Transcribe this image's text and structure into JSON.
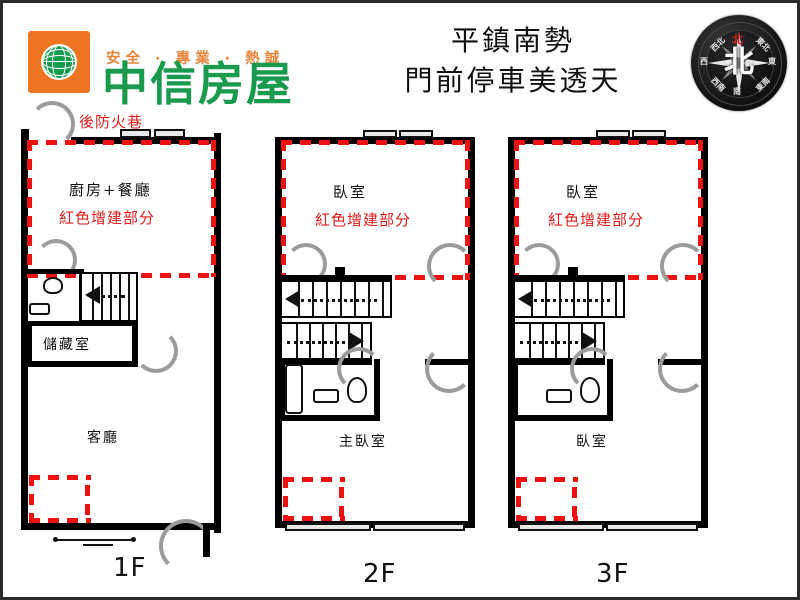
{
  "header": {
    "brand_name": "中信房屋",
    "slogan": "安全 · 專業 · 熱誠",
    "title_line1": "平鎮南勢",
    "title_line2": "門前停車美透天",
    "brand_color": "#1a9a4d",
    "logo_color": "#ee7623",
    "slogan_color": "#e8873c"
  },
  "compass": {
    "center": "北",
    "north": "北",
    "south": "南",
    "east": "東",
    "west": "西",
    "northeast": "東北",
    "northwest": "西北",
    "southeast": "東南",
    "southwest": "西南",
    "north_color": "#d82020"
  },
  "annotations": {
    "rear_fire_lane": "後防火巷",
    "rear_fire_lane_color": "#e11b1b",
    "red_addition": "紅色增建部分",
    "red_addition_color": "#e11b1b"
  },
  "floors": [
    {
      "id": "1f",
      "label": "1F",
      "rooms": [
        {
          "name": "廚房+餐廳"
        },
        {
          "name": "儲藏室"
        },
        {
          "name": "客廳"
        }
      ],
      "red_note": "紅色增建部分"
    },
    {
      "id": "2f",
      "label": "2F",
      "rooms": [
        {
          "name": "臥室"
        },
        {
          "name": "主臥室"
        }
      ],
      "red_note": "紅色增建部分"
    },
    {
      "id": "3f",
      "label": "3F",
      "rooms": [
        {
          "name": "臥室"
        },
        {
          "name": "臥室"
        }
      ],
      "red_note": "紅色增建部分"
    }
  ]
}
